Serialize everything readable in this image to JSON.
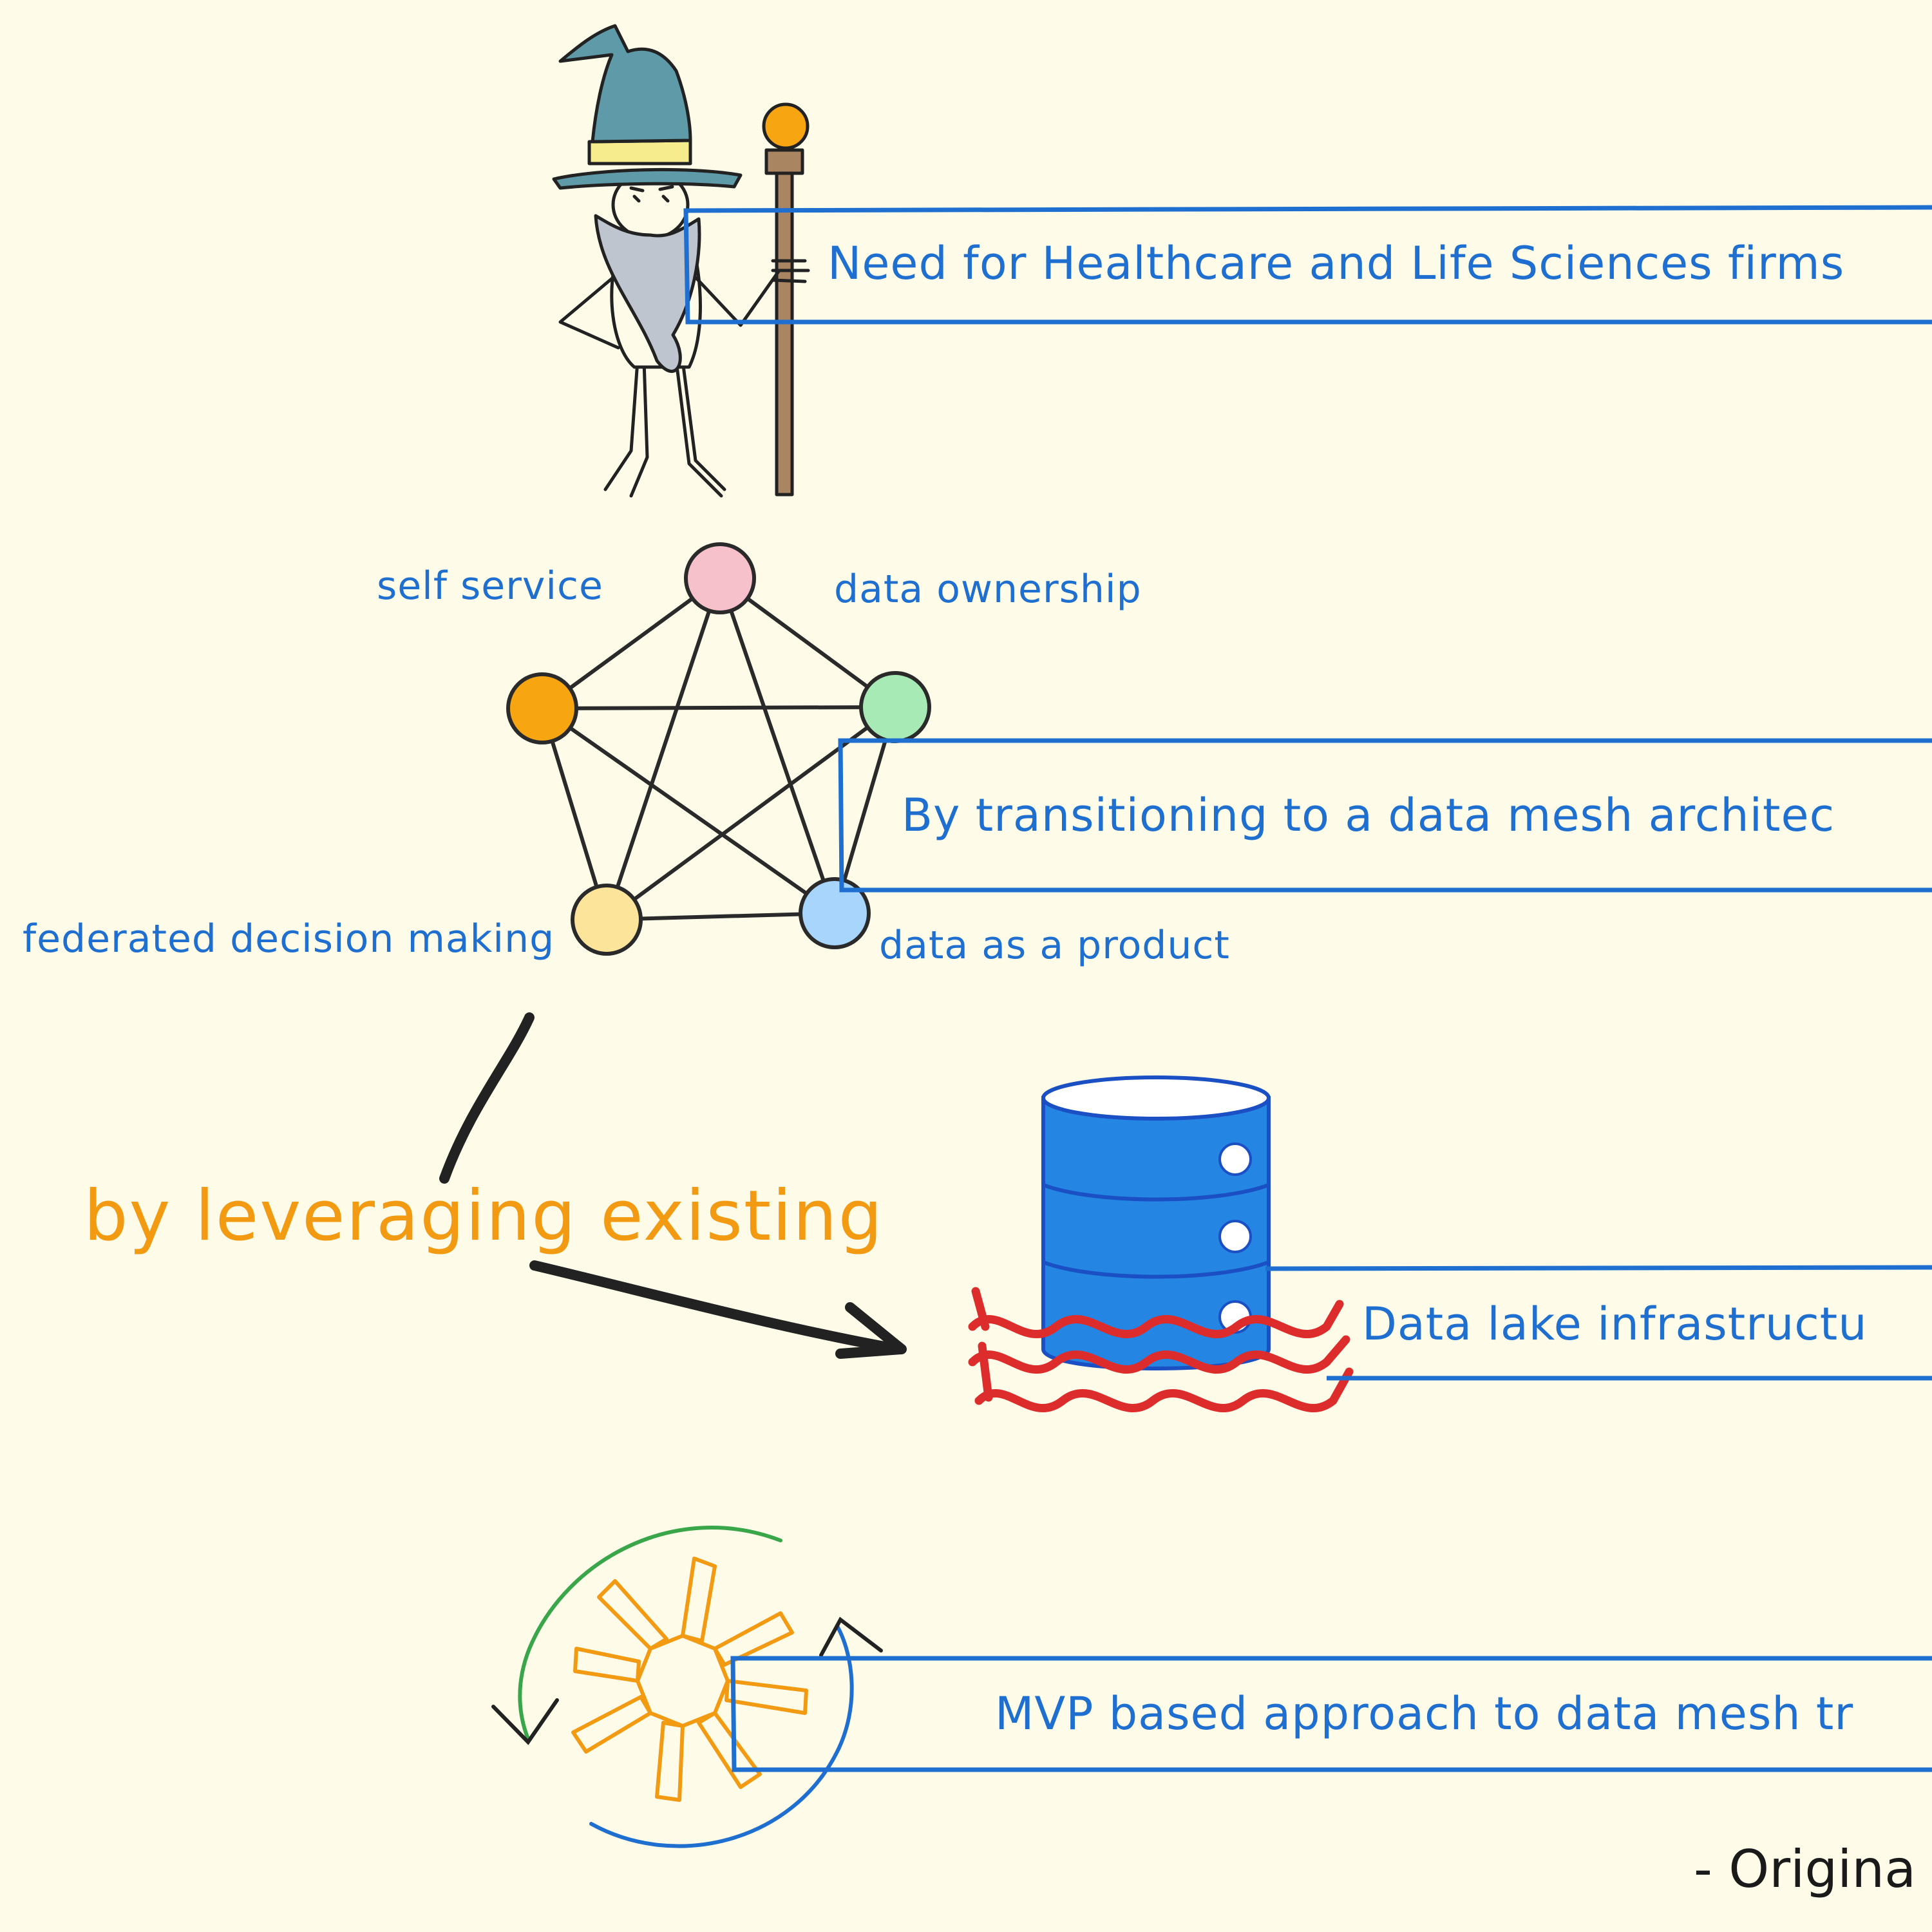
{
  "wizard": {
    "icon": "wizard-icon"
  },
  "callouts": [
    {
      "id": "need",
      "text": "Need for Healthcare and Life Sciences firms"
    },
    {
      "id": "transition",
      "text": "By transitioning to a data mesh architec"
    },
    {
      "id": "datalake",
      "text": "Data lake infrastructu"
    },
    {
      "id": "mvp",
      "text": "MVP based approach to data mesh tr"
    }
  ],
  "mesh": {
    "nodes": [
      {
        "label": "",
        "color": "#f7c1cc"
      },
      {
        "label": "",
        "color": "#a8eab6"
      },
      {
        "label": "",
        "color": "#a7d5fb"
      },
      {
        "label": "",
        "color": "#fce59b"
      },
      {
        "label": "",
        "color": "#f7a611"
      }
    ],
    "labels": {
      "self_service": "self service",
      "data_ownership": "data ownership",
      "federated": "federated decision making",
      "product": "data as a product"
    }
  },
  "leverage_label": "by leveraging existing",
  "credit": "- Origina",
  "colors": {
    "background": "#fefce9",
    "callout_blue": "#1f6fd0",
    "accent_orange": "#f29a12",
    "db_blue": "#2585e3",
    "wave_red": "#dd2c2c",
    "cycle_green": "#3aa64a"
  }
}
